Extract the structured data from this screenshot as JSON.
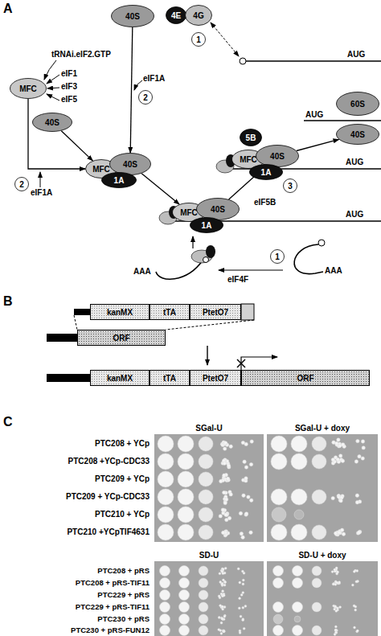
{
  "diagram": {
    "nodes": [
      {
        "text": [
          "4E"
        ]
      },
      {
        "text": [
          "4G"
        ]
      },
      {
        "text": [
          "1"
        ]
      },
      {
        "text": [
          "40S"
        ]
      },
      {
        "text": [
          "MFC"
        ]
      },
      {
        "text": [
          "2"
        ]
      },
      {
        "text": [
          "40S"
        ]
      },
      {
        "text": [
          "60S"
        ]
      },
      {
        "text": [
          "40S"
        ]
      },
      {
        "text": [
          "5B"
        ]
      },
      {
        "text": [
          "MFC"
        ]
      },
      {
        "text": [
          "40S"
        ]
      },
      {
        "text": [
          "1A"
        ]
      },
      {
        "text": [
          "3"
        ]
      },
      {
        "text": [
          "MFC"
        ]
      },
      {
        "text": [
          "40S"
        ]
      },
      {
        "text": [
          "1A"
        ]
      },
      {
        "text": [
          "2"
        ]
      },
      {
        "text": [
          "MFC"
        ]
      },
      {
        "text": [
          "40S"
        ]
      },
      {
        "text": [
          "1A"
        ]
      },
      {
        "text": [
          "1"
        ]
      },
      {
        "text": [
          "kanMX"
        ]
      },
      {
        "text": [
          "tTA"
        ]
      },
      {
        "text": [
          "PtetO7"
        ]
      },
      {
        "text": [
          "ORF"
        ]
      },
      {
        "text": [
          "kanMX"
        ]
      },
      {
        "text": [
          "tTA"
        ]
      },
      {
        "text": [
          "PtetO7"
        ]
      },
      {
        "text": [
          "ORF"
        ]
      }
    ],
    "edges": [
      {
        "from": 3,
        "to": 15,
        "arrow": "to"
      },
      {
        "from": 4,
        "to": 14,
        "arrow": "to"
      },
      {
        "from": 6,
        "to": 14,
        "arrow": "to"
      },
      {
        "from": 15,
        "to": 18,
        "arrow": "to"
      },
      {
        "from": 19,
        "to": 11,
        "arrow": "to"
      },
      {
        "from": 11,
        "to": 8,
        "arrow": "to"
      }
    ],
    "labels": [
      "A",
      "tRNAi.eIF2.GTP",
      "eIF1",
      "eIF3",
      "eIF5",
      "eIF1A",
      "AUG",
      "AUG",
      "AUG",
      "eIF5B",
      "AUG",
      "eIF1A",
      "eIF4F",
      "AAA",
      "AAA",
      "B",
      "C",
      "SGal-U",
      "SGal-U + doxy",
      "PTC208 + YCp",
      "PTC208 +YCp-CDC33",
      "PTC209 + YCp",
      "PTC209 + YCp-CDC33",
      "PTC210 + YCp",
      "PTC210 +YCpTIF4631",
      "SD-U",
      "SD-U + doxy",
      "PTC208 + pRS",
      "PTC208 + pRS-TIF11",
      "PTC229 + pRS",
      "PTC229 + pRS-TIF11",
      "PTC230 + pRS",
      "PTC230 + pRS-FUN12"
    ]
  }
}
